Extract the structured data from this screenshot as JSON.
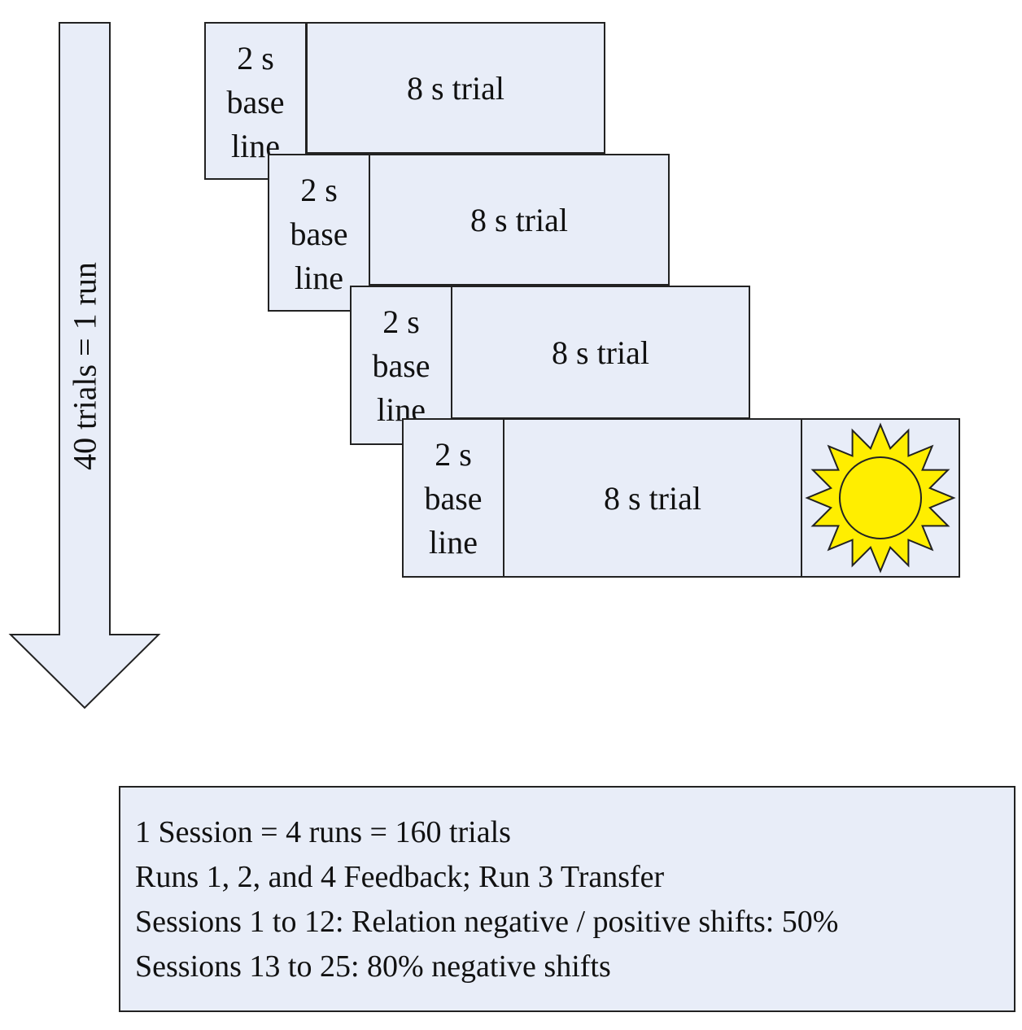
{
  "arrow": {
    "label": "40 trials = 1 run"
  },
  "trials": [
    {
      "baseline_lines": [
        "2 s",
        "base",
        "line"
      ],
      "trial_label": "8 s trial"
    },
    {
      "baseline_lines": [
        "2 s",
        "base",
        "line"
      ],
      "trial_label": "8 s trial"
    },
    {
      "baseline_lines": [
        "2 s",
        "base",
        "line"
      ],
      "trial_label": "8 s trial"
    },
    {
      "baseline_lines": [
        "2 s",
        "base",
        "line"
      ],
      "trial_label": "8 s trial",
      "feedback_icon": "sun-icon"
    }
  ],
  "info": {
    "lines": [
      "1 Session = 4 runs = 160 trials",
      "Runs 1, 2, and 4 Feedback; Run 3 Transfer",
      "Sessions 1 to 12: Relation negative / positive shifts: 50%",
      "Sessions 13 to 25: 80% negative shifts"
    ]
  },
  "colors": {
    "box_fill": "#e8edf8",
    "outline": "#222222",
    "sun_fill": "#ffee00"
  }
}
